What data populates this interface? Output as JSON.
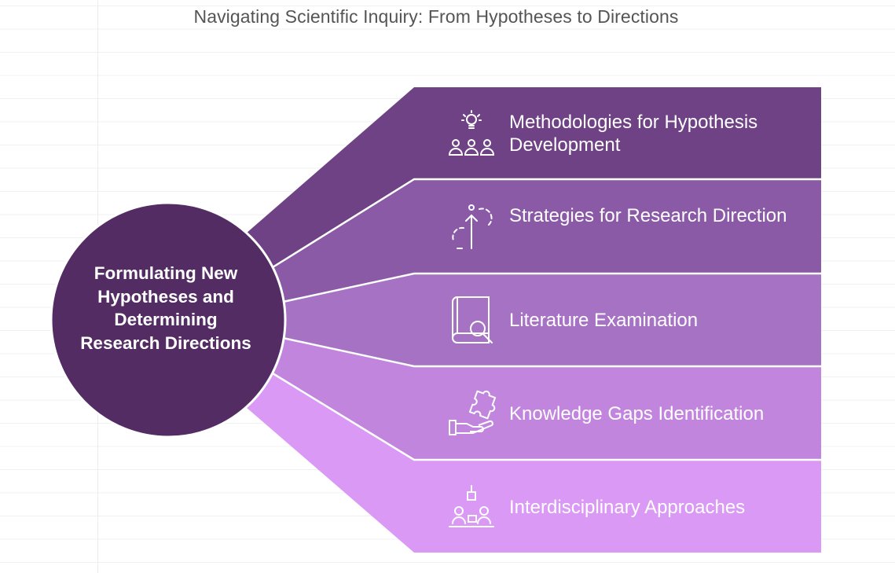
{
  "title": "Navigating Scientific Inquiry: From Hypotheses to Directions",
  "center": {
    "label": "Formulating New Hypotheses and Determining Research Directions",
    "color": "#532C63"
  },
  "items": [
    {
      "label": "Methodologies for Hypothesis Development",
      "icon": "lightbulb-people-icon",
      "color": "#6E4284"
    },
    {
      "label": "Strategies for Research Direction",
      "icon": "direction-arrow-icon",
      "color": "#8A5AA6"
    },
    {
      "label": "Literature Examination",
      "icon": "book-search-icon",
      "color": "#A673C4"
    },
    {
      "label": "Knowledge Gaps Identification",
      "icon": "puzzle-hand-icon",
      "color": "#C185DE"
    },
    {
      "label": "Interdisciplinary Approaches",
      "icon": "team-collaboration-icon",
      "color": "#D999F5"
    }
  ]
}
